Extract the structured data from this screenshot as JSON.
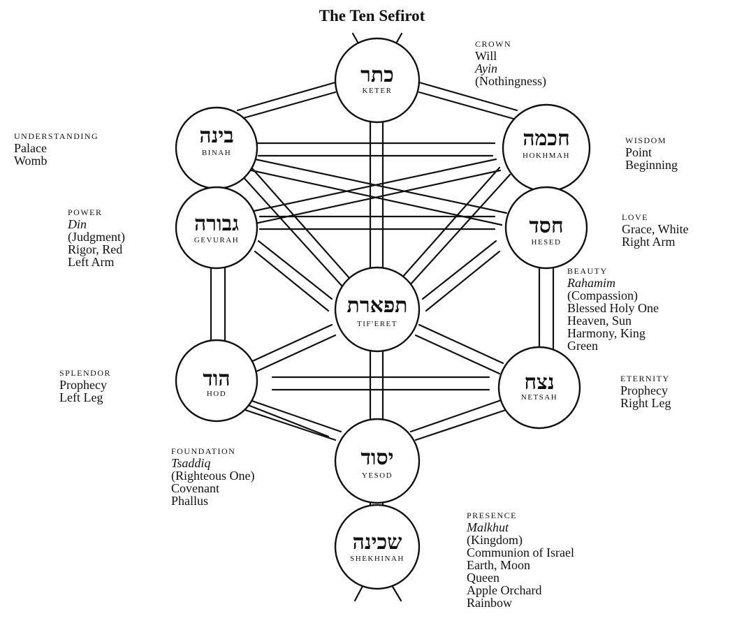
{
  "title": "The Ten Sefirot",
  "sefirot": {
    "keter": {
      "hebrew": "כתר",
      "name": "KETER"
    },
    "hokhmah": {
      "hebrew": "חכמה",
      "name": "HOKHMAH"
    },
    "binah": {
      "hebrew": "בינה",
      "name": "BINAH"
    },
    "hesed": {
      "hebrew": "חסד",
      "name": "HESED"
    },
    "gevurah": {
      "hebrew": "גבורה",
      "name": "GEVURAH"
    },
    "tiferet": {
      "hebrew": "תפארת",
      "name": "TIF'ERET"
    },
    "netsah": {
      "hebrew": "נצח",
      "name": "NETSAH"
    },
    "hod": {
      "hebrew": "הוד",
      "name": "HOD"
    },
    "yesod": {
      "hebrew": "יסוד",
      "name": "YESOD"
    },
    "shekhinah": {
      "hebrew": "שכינה",
      "name": "SHEKHINAH"
    }
  },
  "labels": {
    "crown": {
      "heading": "CROWN",
      "lines": [
        "Will",
        "Ayin",
        "(Nothingness)"
      ]
    },
    "wisdom": {
      "heading": "WISDOM",
      "lines": [
        "Point",
        "Beginning"
      ]
    },
    "understanding": {
      "heading": "UNDERSTANDING",
      "lines": [
        "Palace",
        "Womb"
      ]
    },
    "love": {
      "heading": "LOVE",
      "lines": [
        "Grace, White",
        "Right Arm"
      ]
    },
    "power": {
      "heading": "POWER",
      "lines": [
        "Din",
        "(Judgment)",
        "Rigor, Red",
        "Left Arm"
      ]
    },
    "beauty": {
      "heading": "BEAUTY",
      "lines": [
        "Rahamim",
        "(Compassion)",
        "Blessed Holy One",
        "Heaven, Sun",
        "Harmony, King",
        "Green"
      ]
    },
    "splendor": {
      "heading": "SPLENDOR",
      "lines": [
        "Prophecy",
        "Left Leg"
      ]
    },
    "eternity": {
      "heading": "ETERNITY",
      "lines": [
        "Prophecy",
        "Right Leg"
      ]
    },
    "foundation": {
      "heading": "FOUNDATION",
      "lines": [
        "Tsaddiq",
        "(Righteous One)",
        "Covenant",
        "Phallus"
      ]
    },
    "presence": {
      "heading": "PRESENCE",
      "lines": [
        "Malkhut",
        "(Kingdom)",
        "Communion of Israel",
        "Earth, Moon",
        "Queen",
        "Apple Orchard",
        "Rainbow"
      ]
    }
  }
}
